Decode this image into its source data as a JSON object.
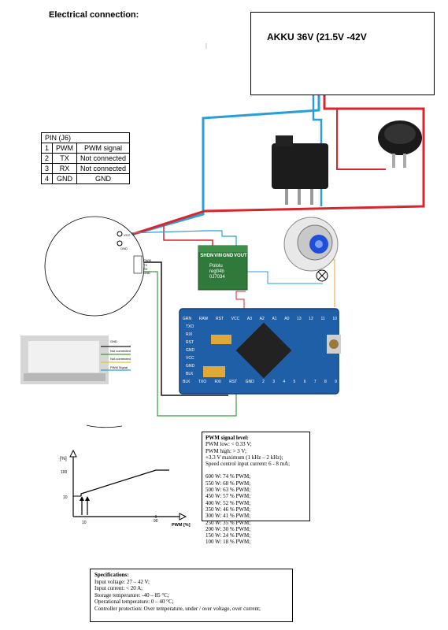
{
  "heading": "Electrical connection:",
  "battery": {
    "label": "AKKU 36V (21.5V -42V"
  },
  "pin_table": {
    "title": "PIN (J6)",
    "rows": [
      [
        "1",
        "PWM",
        "PWM signal"
      ],
      [
        "2",
        "TX",
        "Not connected"
      ],
      [
        "3",
        "RX",
        "Not connected"
      ],
      [
        "4",
        "GND",
        "GND"
      ]
    ]
  },
  "controller": {
    "wire_labels": [
      "GND",
      "Not connected",
      "Not connected",
      "PWM Signal"
    ],
    "pin_labels": [
      "PWM",
      "TX",
      "RX",
      "GND"
    ],
    "top_labels": [
      "VCC",
      "GND"
    ]
  },
  "regulator": {
    "pins": [
      "SHDN",
      "VIN",
      "GND",
      "VOUT"
    ],
    "text": [
      "Pololu",
      "reg04b",
      "0J7034"
    ]
  },
  "arduino": {
    "top_pins": [
      "GRN",
      "RAW",
      "RST",
      "VCC",
      "A3",
      "A2",
      "A1",
      "A0",
      "13",
      "12",
      "11",
      "10"
    ],
    "bottom_pins": [
      "BLK",
      "TXO",
      "RXI",
      "RST",
      "GND",
      "2",
      "3",
      "4",
      "5",
      "6",
      "7",
      "8",
      "9"
    ],
    "left_pins": [
      "TXO",
      "RXI",
      "RST",
      "GND",
      "VCC",
      "GND",
      "BLK"
    ]
  },
  "graph": {
    "y_label": "·[%]",
    "x_label": "PWM [%]",
    "y_ticks": [
      "100",
      "10"
    ],
    "x_ticks": [
      "10",
      "90"
    ]
  },
  "pwm_box": {
    "title": "PWM signal level:",
    "lines": [
      "PWM low: < 0.33 V;",
      "PWM high: > 3 V;",
      "+3.3 V maximum (1 kHz – 2 kHz);",
      "Speed control input current: 6 - 8 mA;"
    ],
    "levels": [
      "600 W: 74 % PWM;",
      "550 W: 68 % PWM;",
      "500 W: 63 % PWM;",
      "450 W: 57 % PWM;",
      "400 W: 52 % PWM;",
      "350 W: 46 % PWM;",
      "300 W: 41 % PWM;",
      "250 W: 35 % PWM;",
      "200 W: 30 % PWM;",
      "150 W: 24 % PWM;",
      "100 W: 18 % PWM;"
    ]
  },
  "spec_box": {
    "title": "Specifications:",
    "lines": [
      "Input voltage: 27 – 42 V;",
      "Input current: < 20 A;",
      "Storage temperature: -40 – 85 °C;",
      "Operational temperature: 0 – 40 °C;",
      "Controller protection: Over temperature, under / over voltage, over current;"
    ]
  },
  "colors": {
    "red_wire": "#d9262e",
    "blue_wire": "#2a9fd6",
    "green_wire": "#3c9a3c",
    "black_wire": "#111111",
    "pcb_blue": "#1f5fa8",
    "regulator_green": "#2f7a3a"
  }
}
